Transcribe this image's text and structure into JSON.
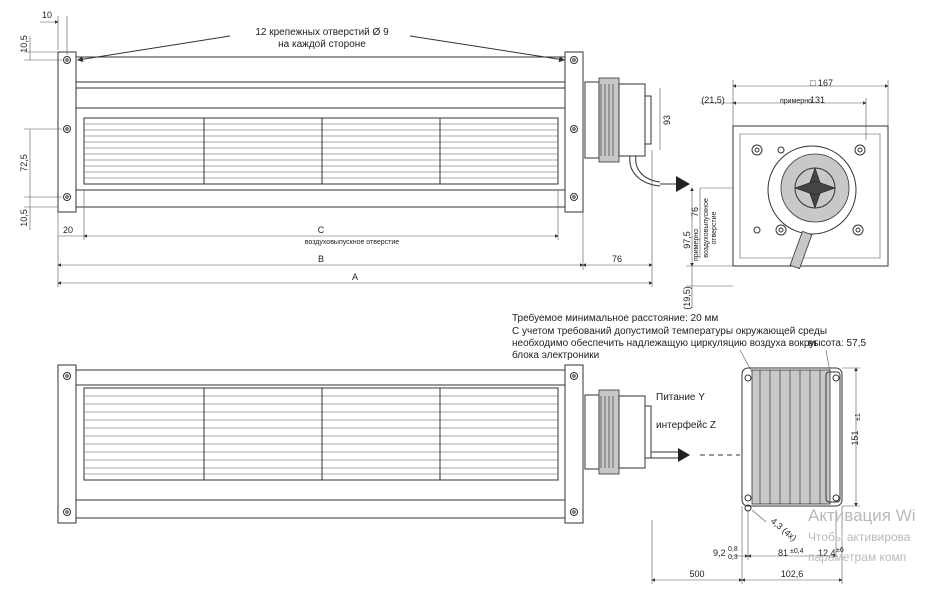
{
  "top_view": {
    "holes_note_line1": "12 крепежных отверстий Ø 9",
    "holes_note_line2": "на каждой стороне",
    "dim_10": "10",
    "dim_10_5_top": "10,5",
    "dim_72_5": "72,5",
    "dim_10_5_bottom": "10,5",
    "dim_20": "20",
    "dim_c": "C",
    "dim_c_sub": "воздуховыпускное отверстие",
    "dim_b": "B",
    "dim_76": "76",
    "dim_a": "A",
    "dim_93": "93"
  },
  "side_view": {
    "dim_167": "□ 167",
    "dim_21_5": "(21,5)",
    "dim_131_prefix": "примерно",
    "dim_131": "131",
    "dim_97_5": "97,5",
    "dim_76_prefix": "примерно",
    "dim_76": "76",
    "outlet_note_line1": "воздуховыпускное",
    "outlet_note_line2": "отверстие",
    "dim_19_5": "(19,5)"
  },
  "note": {
    "line1": "Требуемое минимальное расстояние: 20 мм",
    "line2": "С учетом требований допустимой температуры окружающей среды",
    "line3": "необходимо обеспечить надлежащую циркуляцию воздуха вокруг",
    "line4": "блока электроники"
  },
  "bottom_view": {
    "power_label": "Питание Y",
    "interface_label": "интерфейс Z",
    "height_label": "высота: 57,5",
    "dim_151": "151",
    "dim_151_tol": "±1",
    "dim_4_3": "4,3 (4x)",
    "dim_9_2": "9,2",
    "dim_9_2_tol_top": "0,8",
    "dim_9_2_tol_bot": "0,3",
    "dim_81": "81",
    "dim_81_tol": "±0,4",
    "dim_12_4": "12,4",
    "dim_12_4_tol": "±6",
    "dim_500": "500",
    "dim_102_6": "102,6"
  },
  "watermark": {
    "line1": "Активация Wi",
    "line2": "Чтобы активирова",
    "line3": "параметрам комп"
  },
  "colors": {
    "line": "#333333",
    "housing": "#c8c8c8",
    "watermark": "#b9b9b9"
  }
}
